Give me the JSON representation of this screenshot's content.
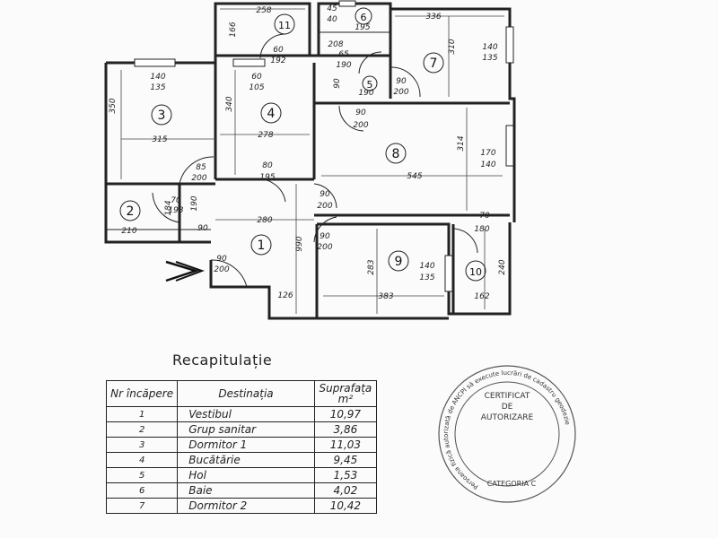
{
  "rooms": [
    {
      "num": "1",
      "dims": [
        "280",
        "990",
        "126"
      ]
    },
    {
      "num": "2",
      "dims": [
        "210",
        "184"
      ]
    },
    {
      "num": "3",
      "dims": [
        "350",
        "315"
      ],
      "window": [
        "140",
        "135"
      ]
    },
    {
      "num": "4",
      "dims": [
        "340",
        "278"
      ],
      "window": [
        "60",
        "105"
      ]
    },
    {
      "num": "5",
      "dims": [
        "190"
      ]
    },
    {
      "num": "6",
      "dims": [
        "195"
      ],
      "window": [
        "45",
        "40"
      ]
    },
    {
      "num": "7",
      "dims": [
        "336",
        "310"
      ],
      "window": [
        "140",
        "135"
      ]
    },
    {
      "num": "8",
      "dims": [
        "545",
        "314"
      ],
      "window": [
        "170",
        "140"
      ]
    },
    {
      "num": "9",
      "dims": [
        "283",
        "383"
      ],
      "window": [
        "140",
        "135"
      ]
    },
    {
      "num": "10",
      "dims": [
        "240",
        "162"
      ]
    },
    {
      "num": "11",
      "dims": [
        "258",
        "166"
      ]
    }
  ],
  "doors": [
    {
      "w": "60",
      "h": "192"
    },
    {
      "w": "65",
      "h": "190"
    },
    {
      "w": "90",
      "h": "200"
    },
    {
      "w": "90",
      "h": "200"
    },
    {
      "w": "85",
      "h": "200"
    },
    {
      "w": "80",
      "h": "195"
    },
    {
      "w": "70",
      "h": "193"
    },
    {
      "w": "90",
      "h": "200"
    },
    {
      "w": "90",
      "h": "200"
    },
    {
      "w": "70",
      "h": "180"
    },
    {
      "w": "90",
      "h": "200"
    }
  ],
  "misc_dims": [
    "208",
    "90",
    "90",
    "190",
    "190",
    "90"
  ],
  "recap": {
    "title": "Recapitulație",
    "headers": [
      "Nr încăpere",
      "Destinația",
      "Suprafața m²"
    ],
    "rows": [
      {
        "nr": "1",
        "dest": "Vestibul",
        "area": "10,97"
      },
      {
        "nr": "2",
        "dest": "Grup sanitar",
        "area": "3,86"
      },
      {
        "nr": "3",
        "dest": "Dormitor 1",
        "area": "11,03"
      },
      {
        "nr": "4",
        "dest": "Bucătărie",
        "area": "9,45"
      },
      {
        "nr": "5",
        "dest": "Hol",
        "area": "1,53"
      },
      {
        "nr": "6",
        "dest": "Baie",
        "area": "4,02"
      },
      {
        "nr": "7",
        "dest": "Dormitor 2",
        "area": "10,42"
      }
    ]
  },
  "stamp": {
    "center_lines": [
      "CERTIFICAT",
      "DE",
      "AUTORIZARE"
    ],
    "ring_text": "Persoana fizică autorizată de ANCPI să execute lucrări de cadastru geodezie",
    "category": "CATEGORIA C"
  }
}
